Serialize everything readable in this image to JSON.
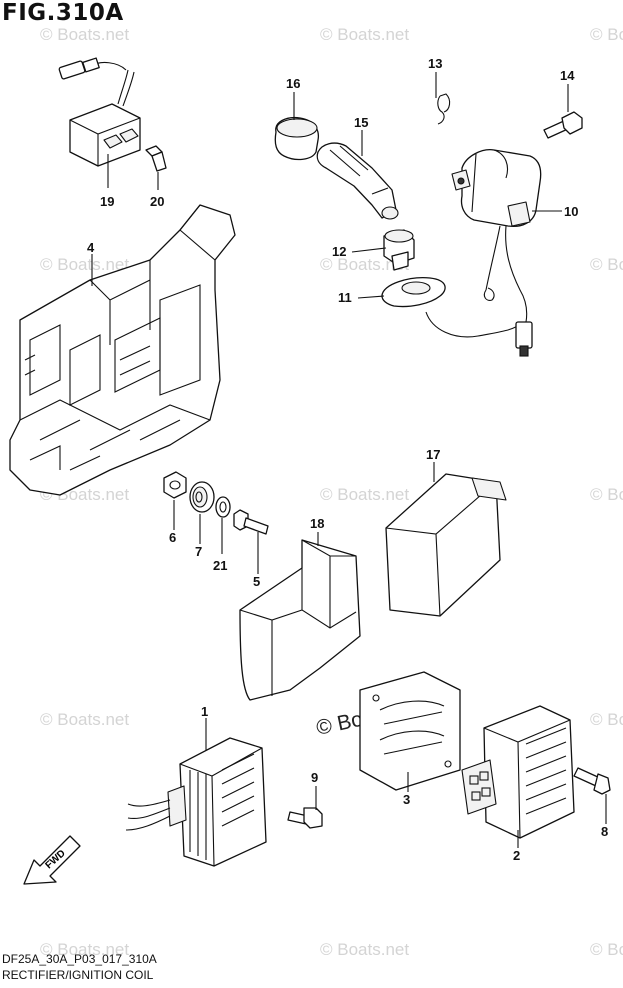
{
  "figure": {
    "title": "FIG.310A",
    "footer_code": "DF25A_30A_P03_017_310A",
    "footer_caption": "RECTIFIER/IGNITION COIL",
    "watermark": "© Boats.net",
    "fwd_label": "FWD"
  },
  "callouts": [
    "1",
    "2",
    "3",
    "4",
    "5",
    "6",
    "7",
    "8",
    "9",
    "10",
    "11",
    "12",
    "13",
    "14",
    "15",
    "16",
    "17",
    "18",
    "19",
    "20",
    "21"
  ]
}
